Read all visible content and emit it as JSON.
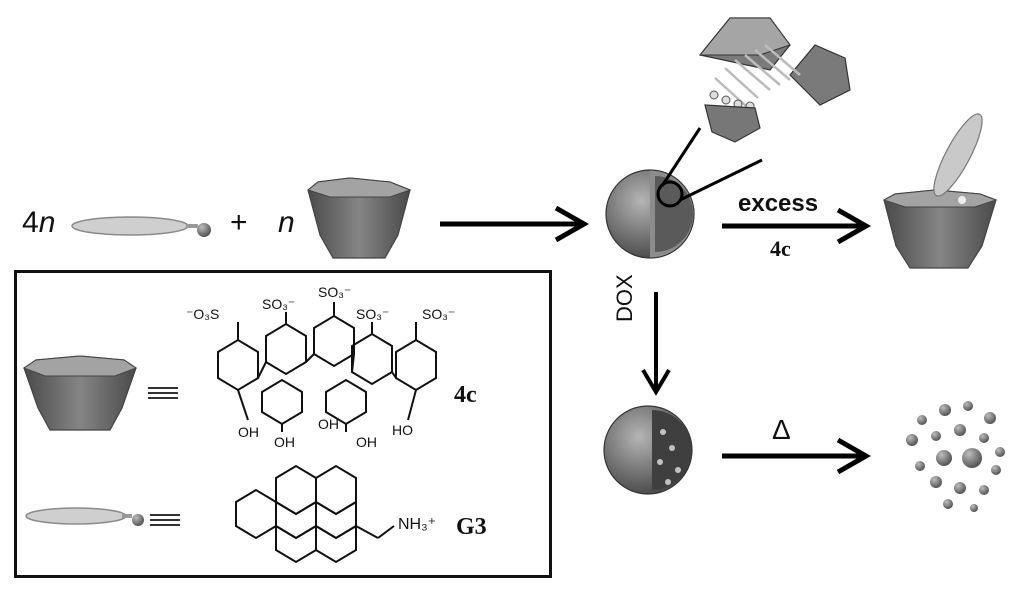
{
  "reaction": {
    "coef_guest": "4",
    "coef_host": "n",
    "guest_var": "n",
    "plus": "+",
    "excess_label": "excess",
    "excess_reagent": "4c",
    "dox_label": "DOX",
    "heat_symbol": "Δ"
  },
  "legend": {
    "host_label": "4c",
    "guest_label": "G3",
    "equiv_symbol": "≡",
    "substituents": {
      "so3_1": "⁻O₃S",
      "so3_2": "SO₃⁻",
      "so3_3": "SO₃⁻",
      "so3_4": "SO₃⁻",
      "so3_5": "SO₃⁻",
      "oh_1": "OH",
      "oh_2": "OH",
      "oh_3": "OH",
      "oh_4": "OH",
      "oh_5": "HO",
      "amine": "NH₃⁺"
    }
  },
  "colors": {
    "cup_side": "#6f6f6f",
    "cup_top": "#9a9a9a",
    "disc": "#c9c9c9",
    "sphere": "#7a7a7a",
    "arrow": "#000000"
  }
}
